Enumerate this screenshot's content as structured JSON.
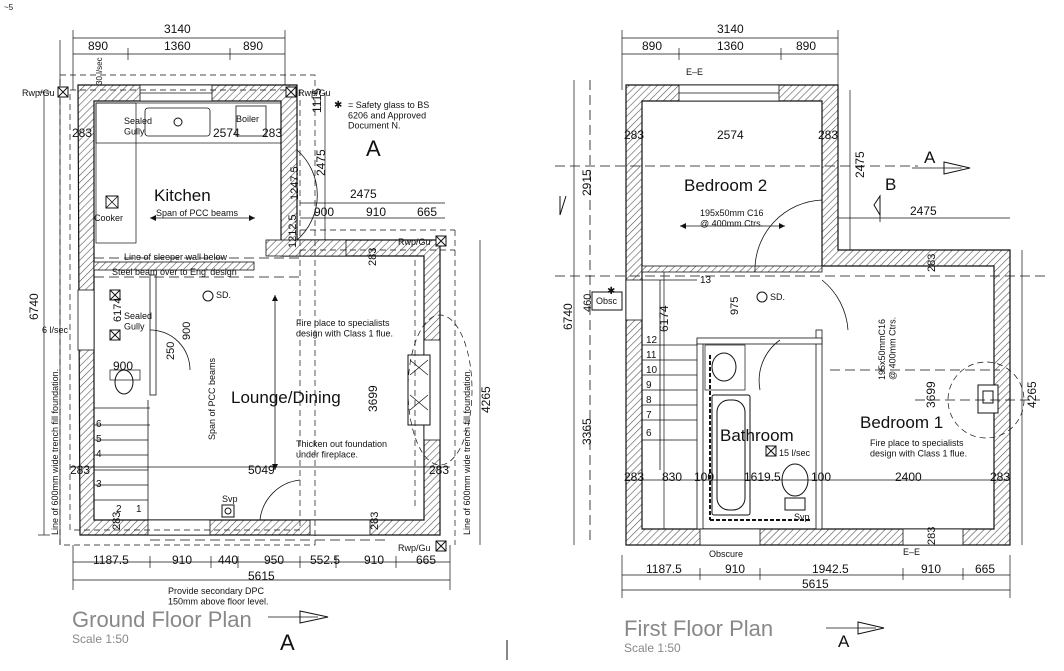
{
  "corner_mark": "~5",
  "ground": {
    "title": "Ground Floor Plan",
    "scale": "Scale  1:50",
    "dims_top": {
      "total": "3140",
      "a": "890",
      "b": "1360",
      "c": "890"
    },
    "dims_bottom": {
      "a": "1187.5",
      "b": "910",
      "c": "440",
      "d": "950",
      "e": "552.5",
      "f": "910",
      "g": "665",
      "total": "5615"
    },
    "dims_mid": {
      "ext": "2475",
      "a": "900",
      "b": "910",
      "c": "665"
    },
    "rooms": {
      "kitchen": "Kitchen",
      "lounge": "Lounge/Dining"
    },
    "labels": {
      "rwp_tl": "Rwp/Gu",
      "rwp_tr": "Rwp/Gu",
      "rwp_mid": "Rwp/Gu",
      "rwp_br": "Rwp/Gu",
      "sealed_gully_top": "Sealed\nGully",
      "boiler": "Boiler",
      "cooker": "Cooker",
      "span_pcc": "Span of PCC beams",
      "sleeper": "Line of sleeper wall below",
      "steel_beam": "Steel beam over to Eng' design",
      "sealed_gully_mid": "Sealed\nGully",
      "sd": "SD.",
      "fireplace": "Fire place to specialists\ndesign with Class 1 flue.",
      "span_pcc_v": "Span of PCC beams",
      "thicken": "Thicken out foundation\nunder fireplace.",
      "svp": "Svp",
      "dpc": "Provide secondary DPC\n150mm above floor level.",
      "trench_left": "Line of 600mm wide trench fill foundation.",
      "trench_right": "Line of 600mm wide trench fill foundation.",
      "flow": "6 l/sec",
      "flow_top": "30 l/sec"
    },
    "safety_note": "= Safety glass to BS\n6206 and Approved\nDocument N.",
    "section_mark": "A",
    "inner_dims": [
      "283",
      "2574",
      "283",
      "1115",
      "2475",
      "1247.5",
      "1212.5",
      "283",
      "6174",
      "250",
      "900",
      "900",
      "3699",
      "4265",
      "5049",
      "283",
      "283",
      "283",
      "283",
      "6740"
    ]
  },
  "first": {
    "title": "First Floor Plan",
    "scale": "Scale  1:50",
    "dims_top": {
      "total": "3140",
      "a": "890",
      "b": "1360",
      "c": "890"
    },
    "dims_bottom": {
      "a": "1187.5",
      "b": "910",
      "c": "1942.5",
      "d": "910",
      "e": "665",
      "total": "5615"
    },
    "rooms": {
      "bed2": "Bedroom 2",
      "bed1": "Bedroom 1",
      "bath": "Bathroom"
    },
    "labels": {
      "joists_a": "195x50mm C16\n@ 400mm Ctrs.",
      "joists_b": "195x50mmC16\n@ 400mm Ctrs.",
      "obsc": "Obsc",
      "sd": "SD.",
      "flow": "15 l/sec",
      "svp": "Svp",
      "fireplace": "Fire place to specialists\ndesign with Class 1 flue.",
      "obscure": "Obscure",
      "ee_top": "E–E",
      "ee_bottom": "E–E",
      "b_mark": "B",
      "a_mark": "A",
      "a_mark_bottom": "A"
    },
    "inner_dims": [
      "283",
      "2574",
      "283",
      "2915",
      "2475",
      "2475",
      "6740",
      "460",
      "6174",
      "975",
      "3365",
      "3699",
      "4265",
      "283",
      "830",
      "100",
      "1619.5",
      "100",
      "2400",
      "283",
      "283"
    ],
    "stairs": [
      "13",
      "12",
      "11",
      "10",
      "9",
      "8",
      "7",
      "6"
    ]
  }
}
